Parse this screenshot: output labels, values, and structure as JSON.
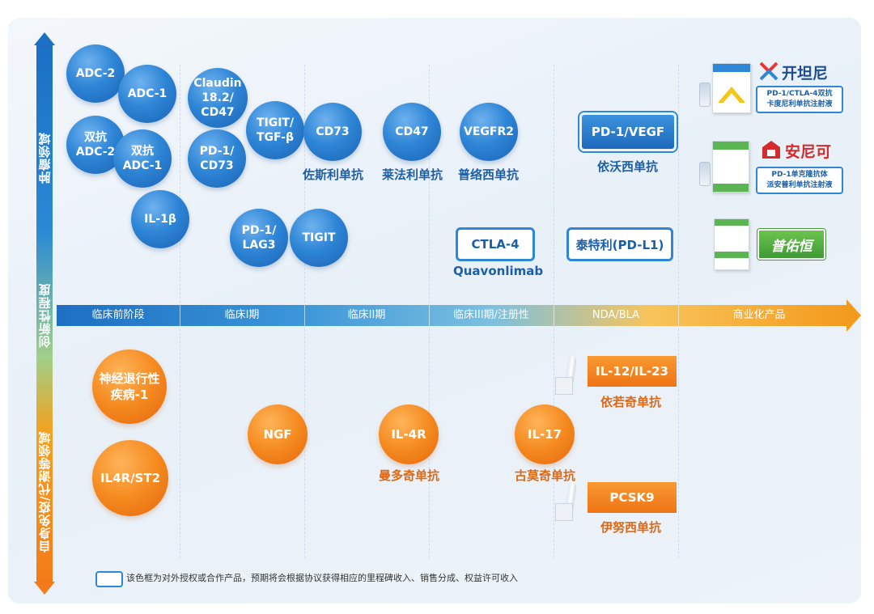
{
  "y_axis": {
    "top_label": "肿瘤领域",
    "mid_label": "创新性程度",
    "bottom_label": "自身免疫/代谢等领域"
  },
  "phases": [
    "临床前阶段",
    "临床I期",
    "临床II期",
    "临床III期/注册性",
    "NDA/BLA",
    "商业化产品"
  ],
  "oncology": {
    "bubbles": [
      "ADC-2",
      "ADC-1",
      "双抗\nADC-2",
      "双抗\nADC-1",
      "IL-1β",
      "Claudin\n18.2/\nCD47",
      "PD-1/\nCD73",
      "TIGIT/\nTGF-β",
      "PD-1/\nLAG3",
      "TIGIT",
      "CD73",
      "CD47",
      "VEGFR2"
    ],
    "drug_names": {
      "cd73": "佐斯利单抗",
      "cd47": "莱法利单抗",
      "vegfr2": "普络西单抗",
      "pd1vegf": "依沃西单抗",
      "ctla4": "Quavonlimab"
    },
    "boxes": {
      "pd1vegf": "PD-1/VEGF",
      "ctla4": "CTLA-4",
      "pdl1": "泰特利(PD-L1)"
    },
    "products": {
      "kaitanni_brand": "开坦尼",
      "kaitanni_desc": "PD-1/CTLA-4双抗\n卡度尼利单抗注射液",
      "anniko_brand": "安尼可",
      "anniko_desc": "PD-1单克隆抗体\n派安普利单抗注射液",
      "puyouheng_brand": "普佑恒"
    }
  },
  "immunology": {
    "bubbles": [
      "神经退行性\n疾病-1",
      "IL4R/ST2",
      "NGF",
      "IL-4R",
      "IL-17"
    ],
    "boxes": {
      "il1223": "IL-12/IL-23",
      "pcsk9": "PCSK9"
    },
    "drug_names": {
      "il4r": "曼多奇单抗",
      "il17": "古莫奇单抗",
      "il1223": "依若奇单抗",
      "pcsk9": "伊努西单抗"
    }
  },
  "legend": {
    "text": "该色框为对外授权或合作产品，预期将会根据协议获得相应的里程碑收入、销售分成、权益许可收入"
  },
  "colors": {
    "blue": "#2f86d6",
    "orange": "#f58a1f"
  }
}
